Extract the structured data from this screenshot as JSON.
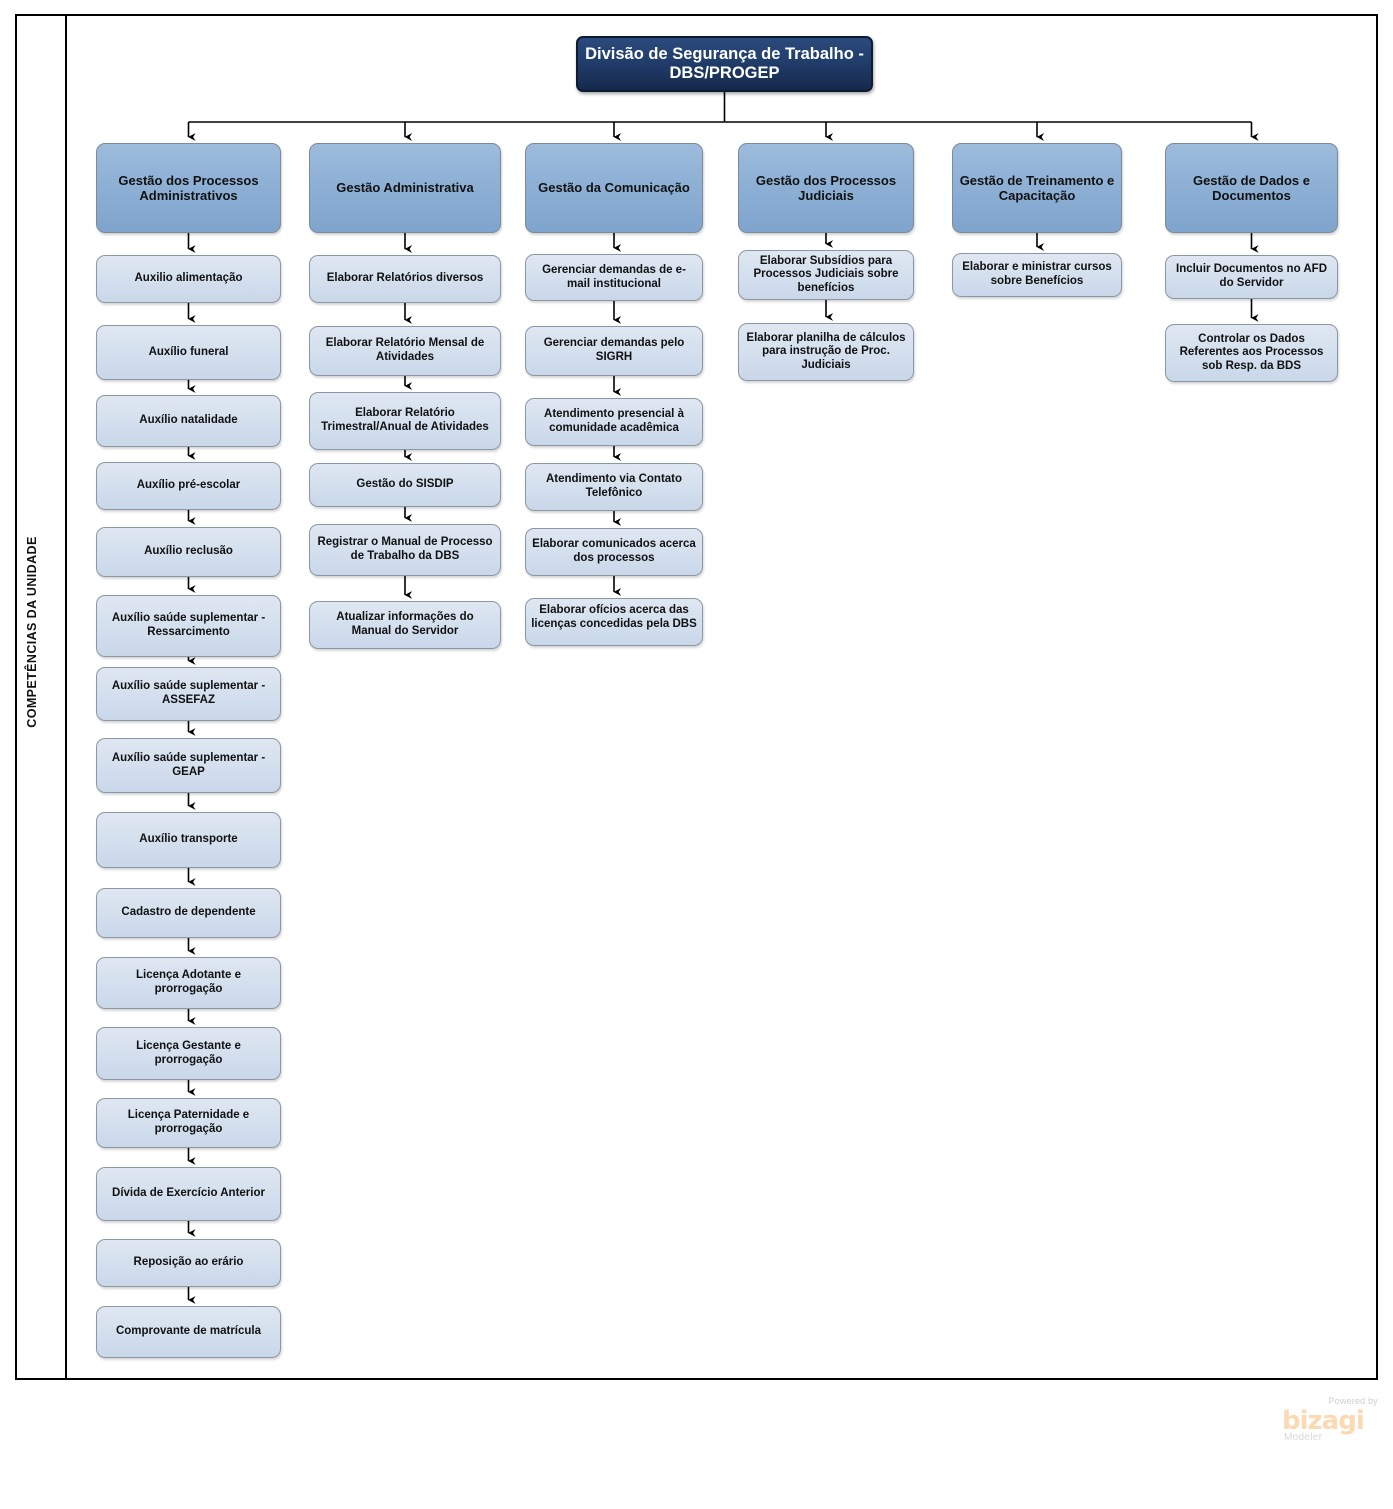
{
  "lane": {
    "title": "COMPETÊNCIAS DA UNIDADE"
  },
  "root": {
    "label": "Divisão de Segurança de Trabalho - DBS/PROGEP"
  },
  "columns": [
    {
      "header": "Gestão dos Processos Administrativos",
      "tasks": [
        "Auxilio alimentação",
        "Auxílio funeral",
        "Auxílio natalidade",
        "Auxílio pré-escolar",
        "Auxílio  reclusão",
        "Auxílio saúde suplementar - Ressarcimento",
        "Auxílio saúde suplementar - ASSEFAZ",
        "Auxílio saúde suplementar - GEAP",
        "Auxílio  transporte",
        "Cadastro de dependente",
        "Licença Adotante e prorrogação",
        "Licença Gestante e prorrogação",
        "Licença Paternidade e prorrogação",
        "Dívida de Exercício Anterior",
        "Reposição ao erário",
        "Comprovante de matrícula"
      ]
    },
    {
      "header": "Gestão Administrativa",
      "tasks": [
        "Elaborar Relatórios diversos",
        "Elaborar Relatório Mensal de Atividades",
        "Elaborar Relatório Trimestral/Anual de Atividades",
        "Gestão do SISDIP",
        "Registrar o Manual de Processo de Trabalho da DBS",
        "Atualizar informações do Manual do Servidor"
      ]
    },
    {
      "header": "Gestão da Comunicação",
      "tasks": [
        "Gerenciar demandas de e-mail institucional",
        "Gerenciar demandas pelo SIGRH",
        "Atendimento presencial à comunidade acadêmica",
        "Atendimento via Contato Telefônico",
        "Elaborar comunicados acerca dos processos",
        "Elaborar ofícios acerca das licenças concedidas pela DBS"
      ]
    },
    {
      "header": "Gestão dos Processos Judiciais",
      "tasks": [
        "Elaborar Subsídios para Processos Judiciais sobre benefícios",
        "Elaborar planilha de cálculos para instrução de Proc. Judiciais"
      ]
    },
    {
      "header": "Gestão de Treinamento e Capacitação",
      "tasks": [
        "Elaborar e ministrar cursos sobre Benefícios"
      ]
    },
    {
      "header": "Gestão de Dados e Documentos",
      "tasks": [
        "Incluir Documentos no AFD do Servidor",
        "Controlar os Dados Referentes aos Processos sob Resp. da BDS"
      ]
    }
  ],
  "logo": {
    "powered": "Powered by",
    "brand": "bizagi",
    "product": "Modeler"
  },
  "colors": {
    "root_fill": "#1f3a66",
    "header_fill": "#8eb0d5",
    "task_fill": "#d3dfee",
    "border": "#8b97a4",
    "connector": "#000000",
    "logo": "#fbd9b2"
  }
}
